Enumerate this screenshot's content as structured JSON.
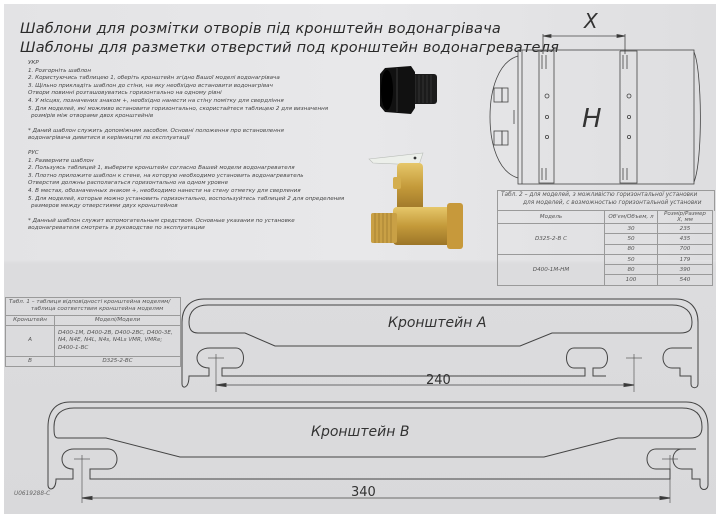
{
  "title": {
    "line1": "Шаблони для розмітки отворів під кронштейн водонагрівача",
    "line2": "Шаблоны для разметки отверстий под кронштейн водонагревателя"
  },
  "instructions": {
    "ukr": {
      "heading": "УКР",
      "steps": [
        "1. Розгорніть шаблон",
        "2. Користуючись таблицею 1, оберіть кронштейн згідно Вашої моделі водонагрівача",
        "3. Щільно прикладіть шаблон до стіни, на яку необхідно встановити водонагрівач",
        "Отвори повинні розташовуватись горизонтально на одному рівні",
        "4. У місцях, позначених знаком +, необхідно нанести на стіну помітку для свердління",
        "5. Для моделей, які можливо встановити горизонтально, скористайтеся таблицею 2 для визначення",
        "розмірів між отворами двох кронштейнів"
      ],
      "note1": "* Даний шаблон служить допоміжним засобом. Основні положення про встановлення",
      "note2": "водонагрівача дивитися в керівництві по експлуатації"
    },
    "rus": {
      "heading": "РУС",
      "steps": [
        "1. Разверните шаблон",
        "2. Пользуясь таблицей 1, выберите кронштейн согласно Вашей модели водонагревателя",
        "3. Плотно приложите шаблон к стене, на которую необходимо установить водонагреватель",
        "Отверстия должны располагаться горизонтально на одном уровне",
        "4. В местах, обозначенных знаком +, необходимо нанести на стену отметку для сверления",
        "5. Для моделей, которые можно установить горизонтально, воспользуйтесь таблицей 2 для определения",
        "размеров между отверстиями двух кронштейнов"
      ],
      "note1": "* Данный шаблон служит вспомогательным средством. Основные указания по установке",
      "note2": "водонагревателя смотреть в руководстве по эксплуатации"
    }
  },
  "heater_diagram": {
    "dimension_label": "X",
    "body_label": "H"
  },
  "table2": {
    "caption_ukr": "Табл. 2 – для моделей, з можливістю горизонтальної установки",
    "caption_rus": "для моделей, с возможностью горизонтальной установки",
    "headers": [
      "Модель",
      "Об'єм/Объем, л",
      "Розмір/Размер X, мм"
    ],
    "groups": [
      {
        "model": "D325-2-B C",
        "rows": [
          [
            "30",
            "235"
          ],
          [
            "50",
            "435"
          ],
          [
            "80",
            "700"
          ]
        ]
      },
      {
        "model": "D400-1M-HM",
        "rows": [
          [
            "50",
            "179"
          ],
          [
            "80",
            "390"
          ],
          [
            "100",
            "540"
          ]
        ]
      }
    ]
  },
  "table1": {
    "caption_ukr": "Табл. 1 – таблиця відповідності кронштейна моделям/",
    "caption_rus": "таблица соответствия кронштейна моделям",
    "headers": [
      "Кронштейн",
      "Моделі/Модели"
    ],
    "rows": [
      {
        "bracket": "A",
        "models": "D400-1M, D400-2B, D400-2BC, D400-3E, N4, N4E, N4L, N4s, N4Ls VMR, VMRe; D400-1-BC"
      },
      {
        "bracket": "B",
        "models": "D325-2-BC"
      }
    ]
  },
  "bracket_a": {
    "label": "Кронштейн A",
    "dimension": "240"
  },
  "bracket_b": {
    "label": "Кронштейн B",
    "dimension": "340"
  },
  "doc_code": "U0619288-C"
}
